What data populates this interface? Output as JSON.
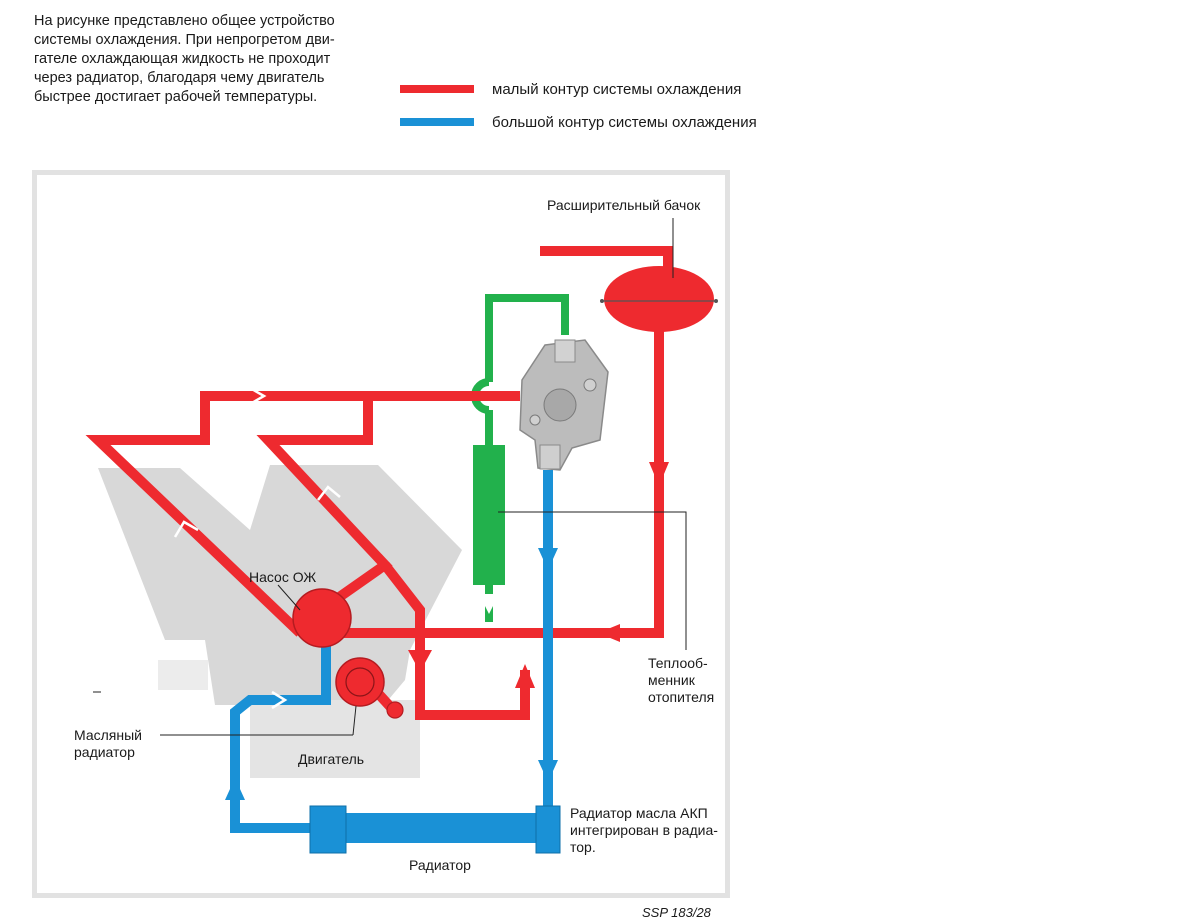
{
  "intro": {
    "lines": [
      "На рисунке представлено общее устройство",
      "системы охлаждения. При непрогретом дви-",
      "гателе охлаждающая жидкость не проходит",
      "через радиатор, благодаря чему двигатель",
      "быстрее достигает рабочей температуры."
    ]
  },
  "legend": {
    "items": [
      {
        "label": "малый контур системы охлаждения",
        "color": "#ee2a2f"
      },
      {
        "label": "большой контур системы охлаждения",
        "color": "#1a91d6"
      }
    ]
  },
  "colors": {
    "small_circuit": "#ee2a2f",
    "large_circuit": "#1a91d6",
    "heater_circuit": "#22b14c",
    "engine_block": "#d8d8d8"
  },
  "labels": {
    "expansion_tank": "Расширительный бачок",
    "pump": "Насос ОЖ",
    "heater_core": [
      "Теплооб-",
      "менник",
      "отопителя"
    ],
    "oil_cooler": [
      "Масляный",
      "радиатор"
    ],
    "engine": "Двигатель",
    "atf_cooler": [
      "Радиатор масла АКП",
      "интегрирован в радиа-",
      "тор."
    ],
    "radiator": "Радиатор"
  },
  "reference": "SSP 183/28"
}
